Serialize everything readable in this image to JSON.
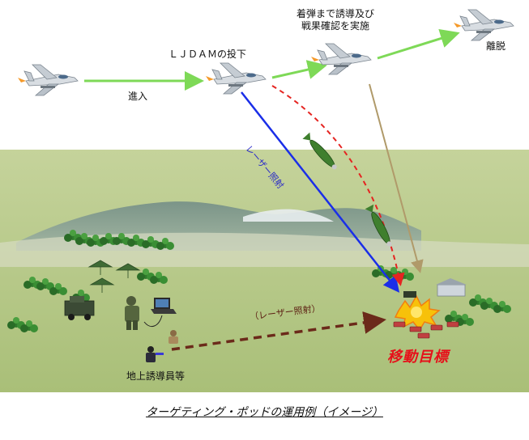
{
  "labels": {
    "approach": "進入",
    "ljdam_drop": "ＬＪＤＡＭの投下",
    "guidance_line1": "着弾まで誘導及び",
    "guidance_line2": "戦果確認を実施",
    "egress": "離脱",
    "laser_air": "レーザー照射",
    "laser_ground": "（レーザー照射）",
    "ground_operator": "地上誘導員等",
    "moving_target": "移動目標"
  },
  "caption": "ターゲティング・ポッドの運用例（イメージ）",
  "colors": {
    "sky": "#ffffff",
    "ground": "#b7c98a",
    "approach_arrow": "#7ed957",
    "air_laser": "#1a2ee8",
    "bomb_path": "#e52421",
    "ground_laser": "#6b2a1a",
    "pod_line": "#b09a6a",
    "target_label": "#e6101a"
  }
}
